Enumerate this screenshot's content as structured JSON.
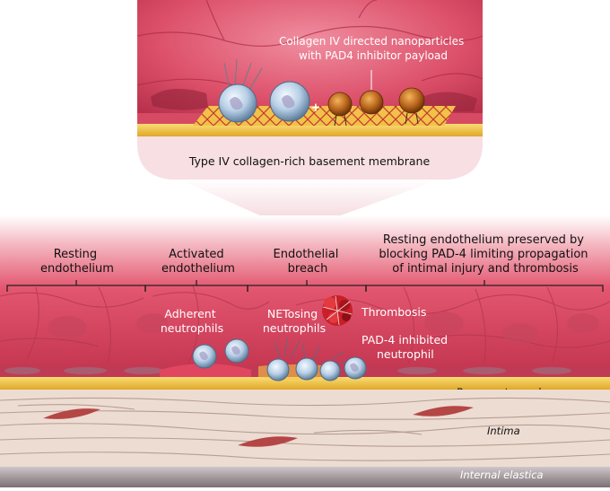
{
  "inset": {
    "nanoparticle_label": [
      "Collagen IV directed nanoparticles",
      "with PAD4 inhibitor payload"
    ],
    "plus_sign": "+",
    "membrane_caption": "Type IV collagen-rich basement membrane"
  },
  "main": {
    "stages": [
      {
        "title": [
          "Resting",
          "endothelium"
        ]
      },
      {
        "title": [
          "Activated",
          "endothelium"
        ]
      },
      {
        "title": [
          "Endothelial",
          "breach"
        ]
      },
      {
        "title": [
          "Resting endothelium preserved by",
          "blocking PAD-4 limiting propagation",
          "of intimal injury and thrombosis"
        ]
      }
    ],
    "labels": {
      "adherent": [
        "Adherent",
        "neutrophils"
      ],
      "netosing": [
        "NETosing",
        "neutrophils"
      ],
      "thrombosis": "Thrombosis",
      "pad4_inhibited": [
        "PAD-4 inhibited",
        "neutrophil"
      ]
    },
    "layers": {
      "basement": "Basement membrane",
      "intima": "Intima",
      "elastica": "Internal elastica"
    }
  },
  "colors": {
    "tissue_pink": "#e3566f",
    "tissue_dark": "#c2334e",
    "basement_yellow": "#f3c742",
    "intima_beige": "#eddcd2",
    "neutrophil_blue": "#b7cfe6",
    "nanoparticle_gold": "#b9651c",
    "text_white": "#ffffff",
    "text_black": "#111111"
  }
}
